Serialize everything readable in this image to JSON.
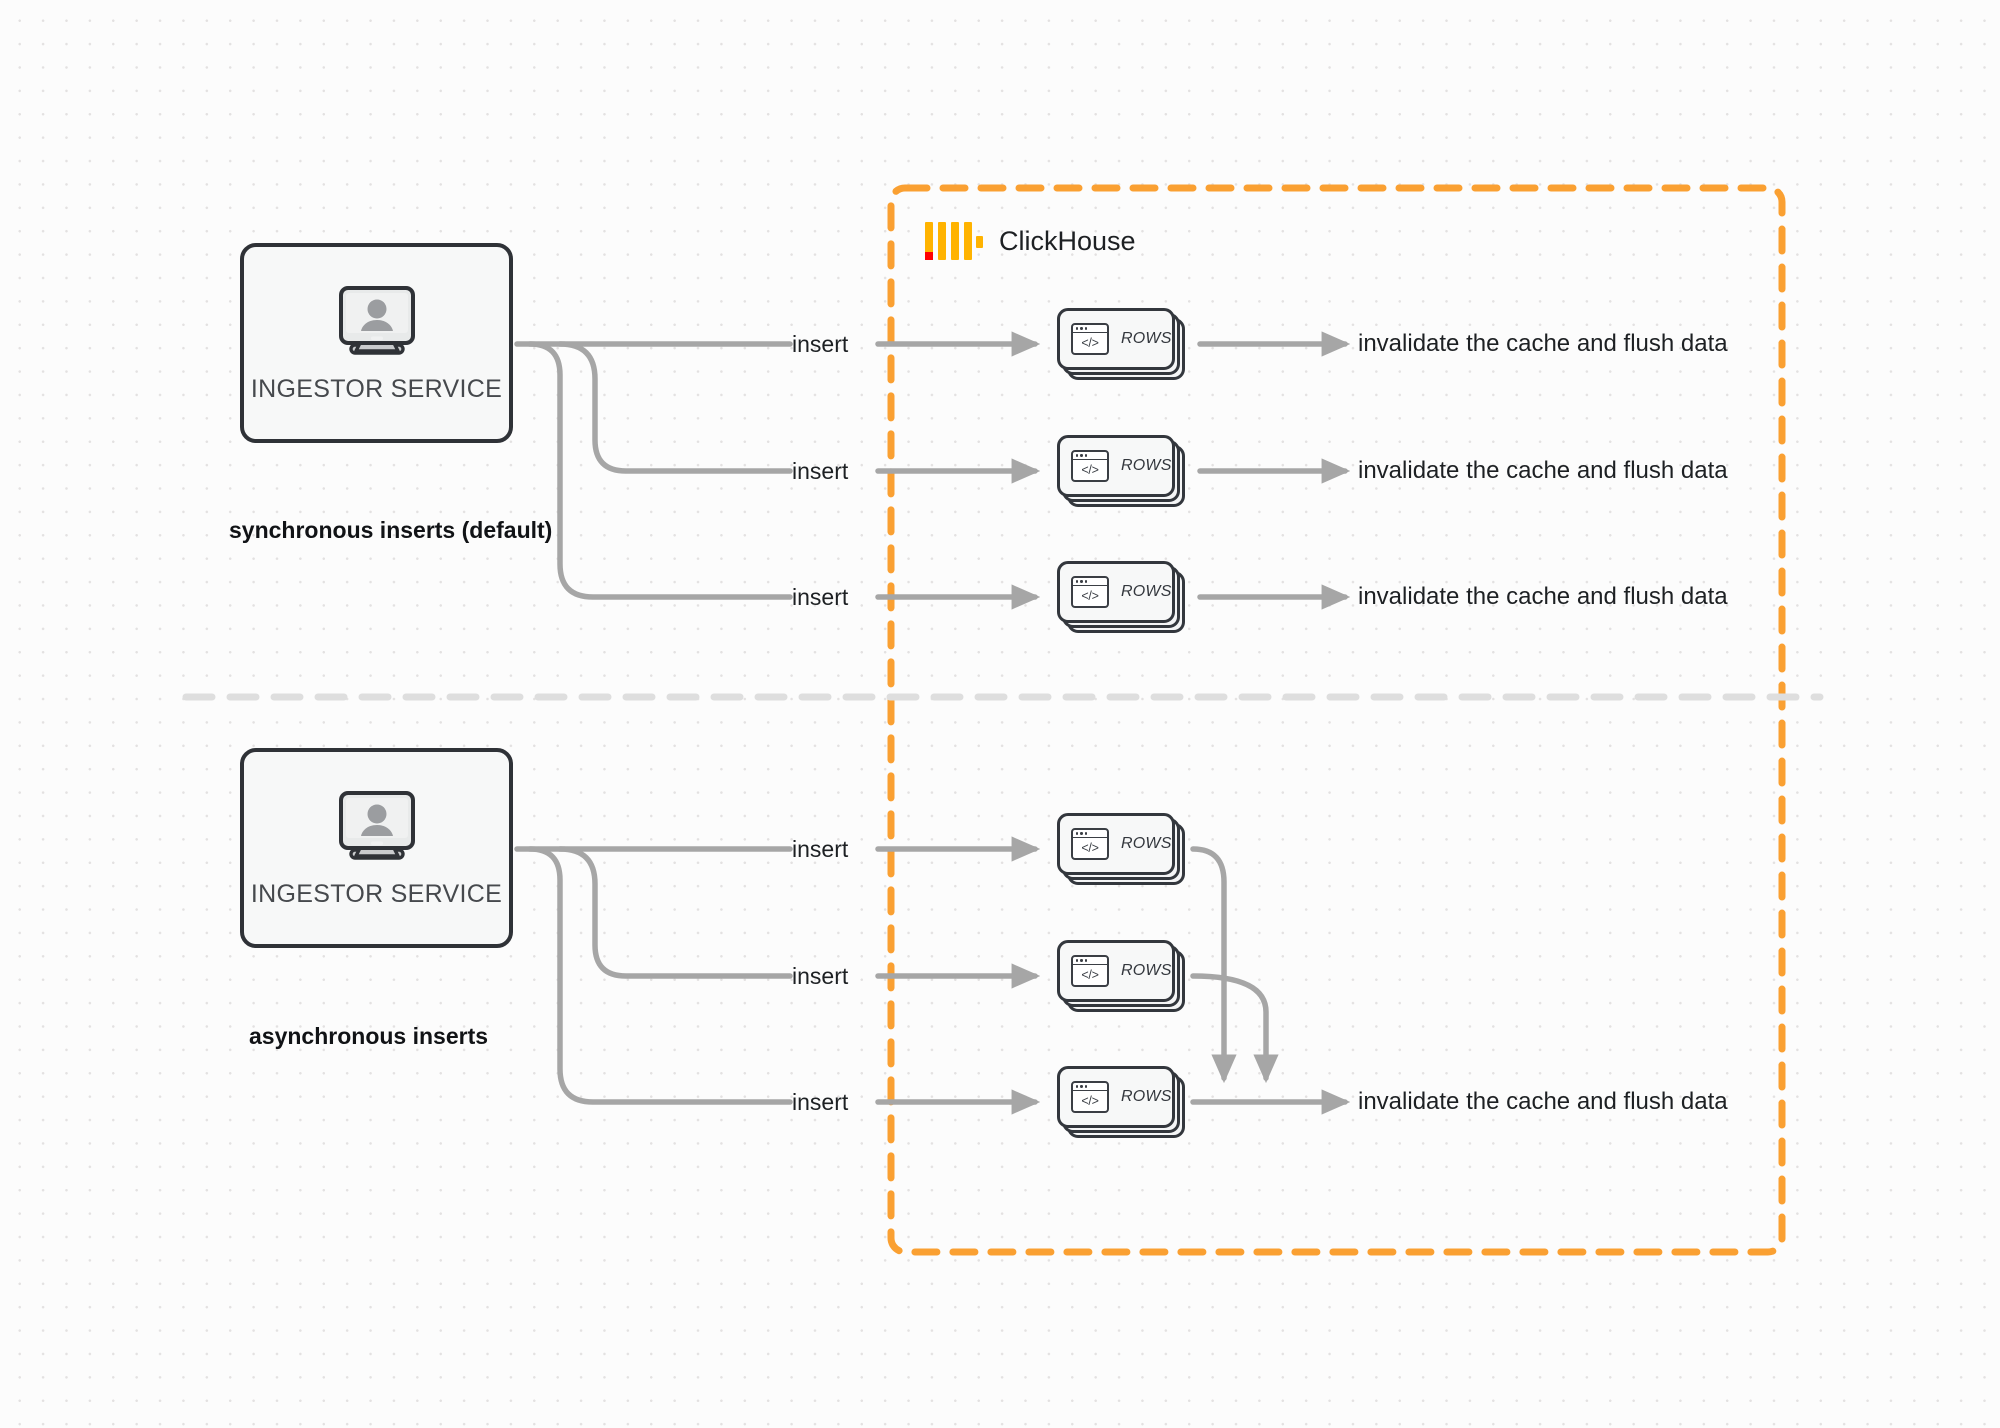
{
  "diagram": {
    "title": "ClickHouse synchronous vs asynchronous inserts",
    "background_color": "#fcfcfc",
    "accent_color": "#faa032",
    "wire_color": "#a6a6a6",
    "node_border_color": "#33373d"
  },
  "clickhouse": {
    "name": "ClickHouse",
    "logo_color": "#ffb300",
    "logo_accent_color": "#ff0000",
    "boundary_color": "#faa032"
  },
  "sections": [
    {
      "id": "sync",
      "caption": "synchronous inserts (default)",
      "service": {
        "label": "INGESTOR SERVICE",
        "icon": "user-monitor-icon"
      },
      "flows": [
        {
          "insert_label": "insert",
          "node_label": "ROWS",
          "result_label": "invalidate the cache and flush data"
        },
        {
          "insert_label": "insert",
          "node_label": "ROWS",
          "result_label": "invalidate the cache and flush data"
        },
        {
          "insert_label": "insert",
          "node_label": "ROWS",
          "result_label": "invalidate the cache and flush data"
        }
      ]
    },
    {
      "id": "async",
      "caption": "asynchronous inserts",
      "service": {
        "label": "INGESTOR SERVICE",
        "icon": "user-monitor-icon"
      },
      "flows": [
        {
          "insert_label": "insert",
          "node_label": "ROWS"
        },
        {
          "insert_label": "insert",
          "node_label": "ROWS"
        },
        {
          "insert_label": "insert",
          "node_label": "ROWS"
        }
      ],
      "result_label": "invalidate the cache and flush data"
    }
  ],
  "code_icon_glyph": "</>"
}
